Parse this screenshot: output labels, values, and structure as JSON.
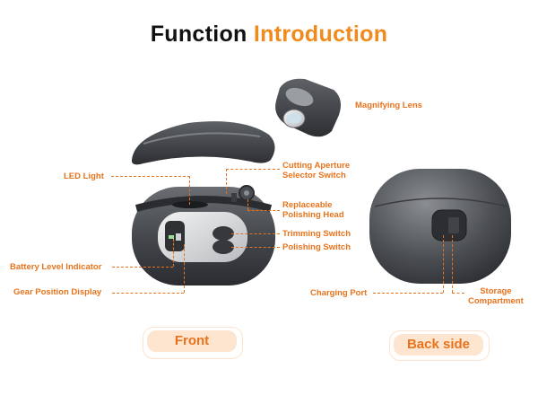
{
  "title": {
    "word1": "Function",
    "word2": "Introduction"
  },
  "labels": {
    "magnifying_lens": "Magnifying Lens",
    "led_light": "LED Light",
    "cutting_aperture_1": "Cutting Aperture",
    "cutting_aperture_2": "Selector Switch",
    "replaceable_1": "Replaceable",
    "replaceable_2": "Polishing Head",
    "trimming_switch": "Trimming Switch",
    "polishing_switch": "Polishing Switch",
    "battery_level": "Battery Level Indicator",
    "gear_position": "Gear Position Display",
    "charging_port": "Charging Port",
    "storage_1": "Storage",
    "storage_2": "Compartment"
  },
  "buttons": {
    "front": "Front",
    "back": "Back side"
  },
  "colors": {
    "accent": "#e8731c",
    "title_accent": "#f08a1c",
    "device": "#4a4d52"
  }
}
